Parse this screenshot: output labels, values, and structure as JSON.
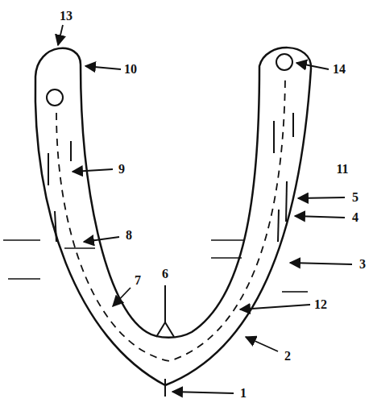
{
  "diagram": {
    "labels": [
      "13",
      "10",
      "14",
      "9",
      "11",
      "5",
      "4",
      "8",
      "3",
      "7",
      "6",
      "12",
      "2",
      "1"
    ]
  }
}
